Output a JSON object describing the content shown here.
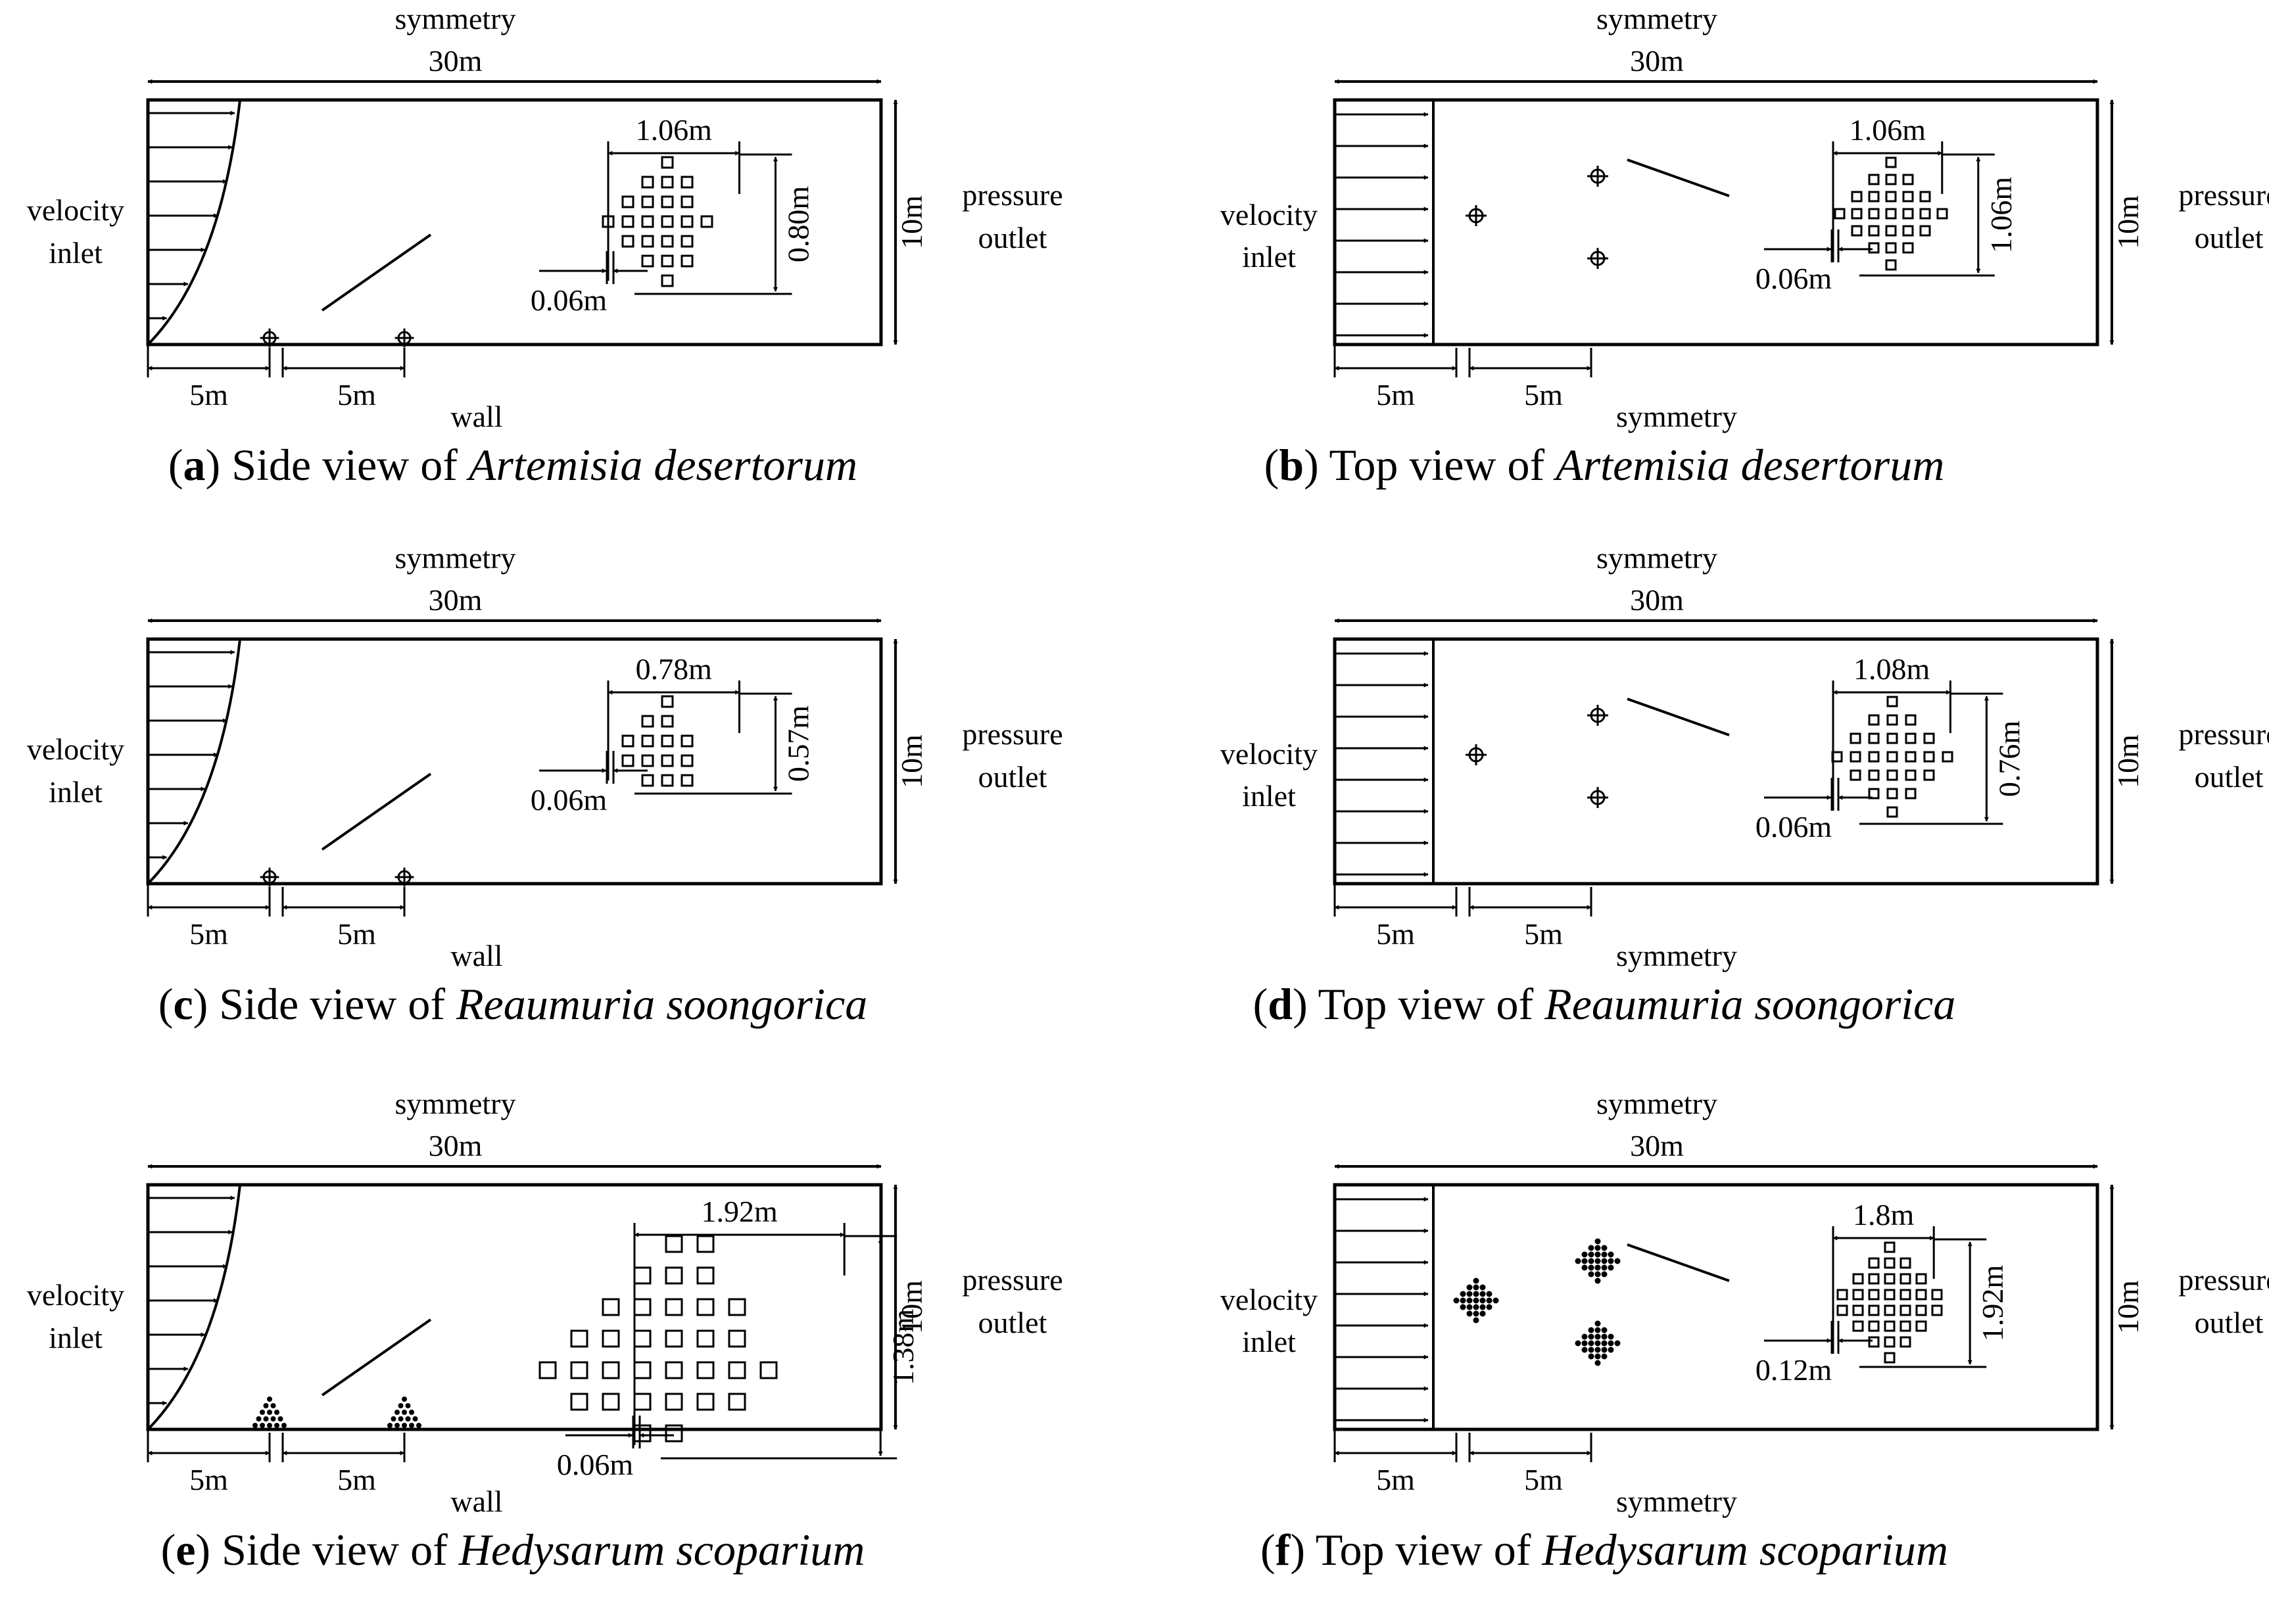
{
  "labels": {
    "symmetry": "symmetry",
    "length": "30m",
    "height": "10m",
    "velocity": "velocity",
    "inlet": "inlet",
    "pressure": "pressure",
    "outlet": "outlet",
    "wall": "wall",
    "five": "5m"
  },
  "panels": [
    {
      "letter": "a",
      "caption_prefix": "Side view of",
      "species": "Artemisia desertorum",
      "view": "side",
      "dim_width": "1.06m",
      "dim_height": "0.80m",
      "dim_gap": "0.06m"
    },
    {
      "letter": "b",
      "caption_prefix": "Top view of",
      "species": "Artemisia desertorum",
      "view": "top",
      "dim_width": "1.06m",
      "dim_height": "1.06m",
      "dim_gap": "0.06m"
    },
    {
      "letter": "c",
      "caption_prefix": "Side view of",
      "species": "Reaumuria soongorica",
      "view": "side",
      "dim_width": "0.78m",
      "dim_height": "0.57m",
      "dim_gap": "0.06m"
    },
    {
      "letter": "d",
      "caption_prefix": "Top view of",
      "species": "Reaumuria soongorica",
      "view": "top",
      "dim_width": "1.08m",
      "dim_height": "0.76m",
      "dim_gap": "0.06m"
    },
    {
      "letter": "e",
      "caption_prefix": "Side view of",
      "species": "Hedysarum scoparium",
      "view": "side",
      "dim_width": "1.92m",
      "dim_height": "1.38m",
      "dim_gap": "0.06m"
    },
    {
      "letter": "f",
      "caption_prefix": "Top view of",
      "species": "Hedysarum scoparium",
      "view": "top",
      "dim_width": "1.8m",
      "dim_height": "1.92m",
      "dim_gap": "0.12m"
    }
  ]
}
